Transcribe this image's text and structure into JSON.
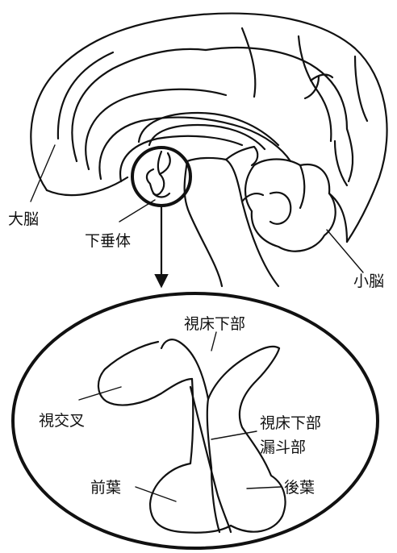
{
  "labels": {
    "cerebrum": "大脳",
    "pituitary": "下垂体",
    "cerebellum": "小脳",
    "hypothalamus": "視床下部",
    "optic_chiasm": "視交叉",
    "infundibulum_line1": "視床下部",
    "infundibulum_line2": "漏斗部",
    "anterior_lobe": "前葉",
    "posterior_lobe": "後葉"
  },
  "colors": {
    "stroke": "#111111",
    "background": "#ffffff"
  }
}
